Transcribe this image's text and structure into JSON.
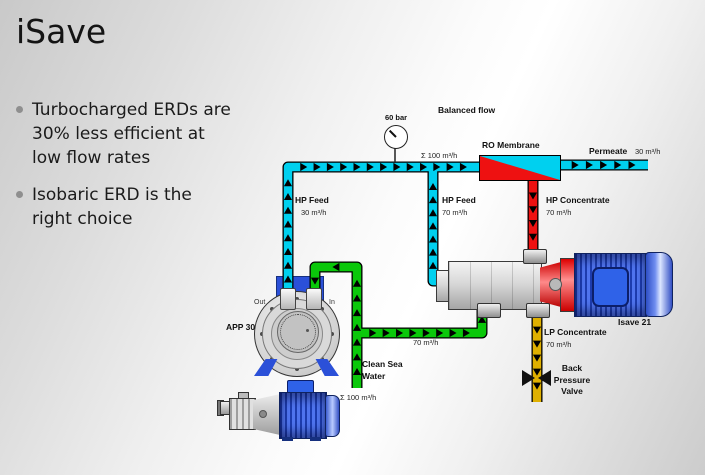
{
  "slide": {
    "title": "iSave",
    "bullets": [
      {
        "text": "Turbocharged ERDs are 30% less efficient at low flow rates"
      },
      {
        "text": "Isobaric ERD is the right choice"
      }
    ]
  },
  "diagram": {
    "gauge_label": "60 bar",
    "balanced_flow": "Balanced flow",
    "sum_top": "Σ 100 m³/h",
    "ro_membrane": "RO Membrane",
    "permeate_label": "Permeate",
    "permeate_value": "30 m³/h",
    "hp_feed_left_label": "HP Feed",
    "hp_feed_left_value": "30 m³/h",
    "hp_feed_right_label": "HP Feed",
    "hp_feed_right_value": "70 m³/h",
    "hp_concentrate_label": "HP Concentrate",
    "hp_concentrate_value": "70 m³/h",
    "lp_concentrate_label": "LP Concentrate",
    "lp_concentrate_value": "70 m³/h",
    "back_pressure_valve": "Back\nPressure\nValve",
    "clean_sea_water": "Clean Sea\nWater",
    "sum_bottom": "Σ 100 m³/h",
    "pipe_70": "70 m³/h",
    "app30_label": "APP 30",
    "out_label": "Out",
    "in_label": "In",
    "isave_label": "Isave 21"
  },
  "colors": {
    "pipe_cyan": "#00d0ef",
    "pipe_green": "#0ac80a",
    "pipe_red": "#ee1111",
    "pipe_yellow": "#dfb000",
    "arrow_black": "#000000"
  }
}
